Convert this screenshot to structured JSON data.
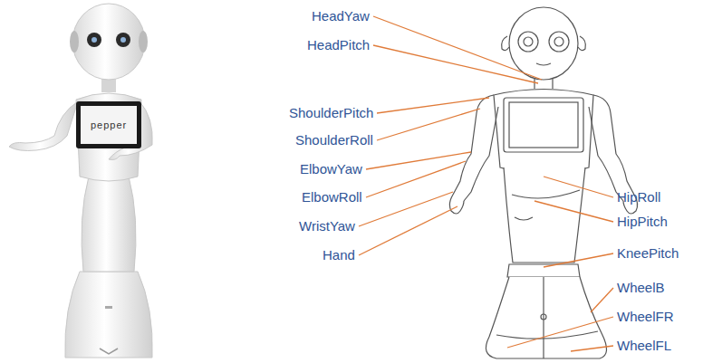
{
  "diagram": {
    "labels": [
      "pepper",
      "HeadYaw",
      "HeadPitch",
      "ShoulderPitch",
      "ShoulderRoll",
      "ElbowYaw",
      "ElbowRoll",
      "WristYaw",
      "Hand",
      "HipRoll",
      "HipPitch",
      "KneePitch",
      "WheelB",
      "WheelFR",
      "WheelFL"
    ]
  }
}
